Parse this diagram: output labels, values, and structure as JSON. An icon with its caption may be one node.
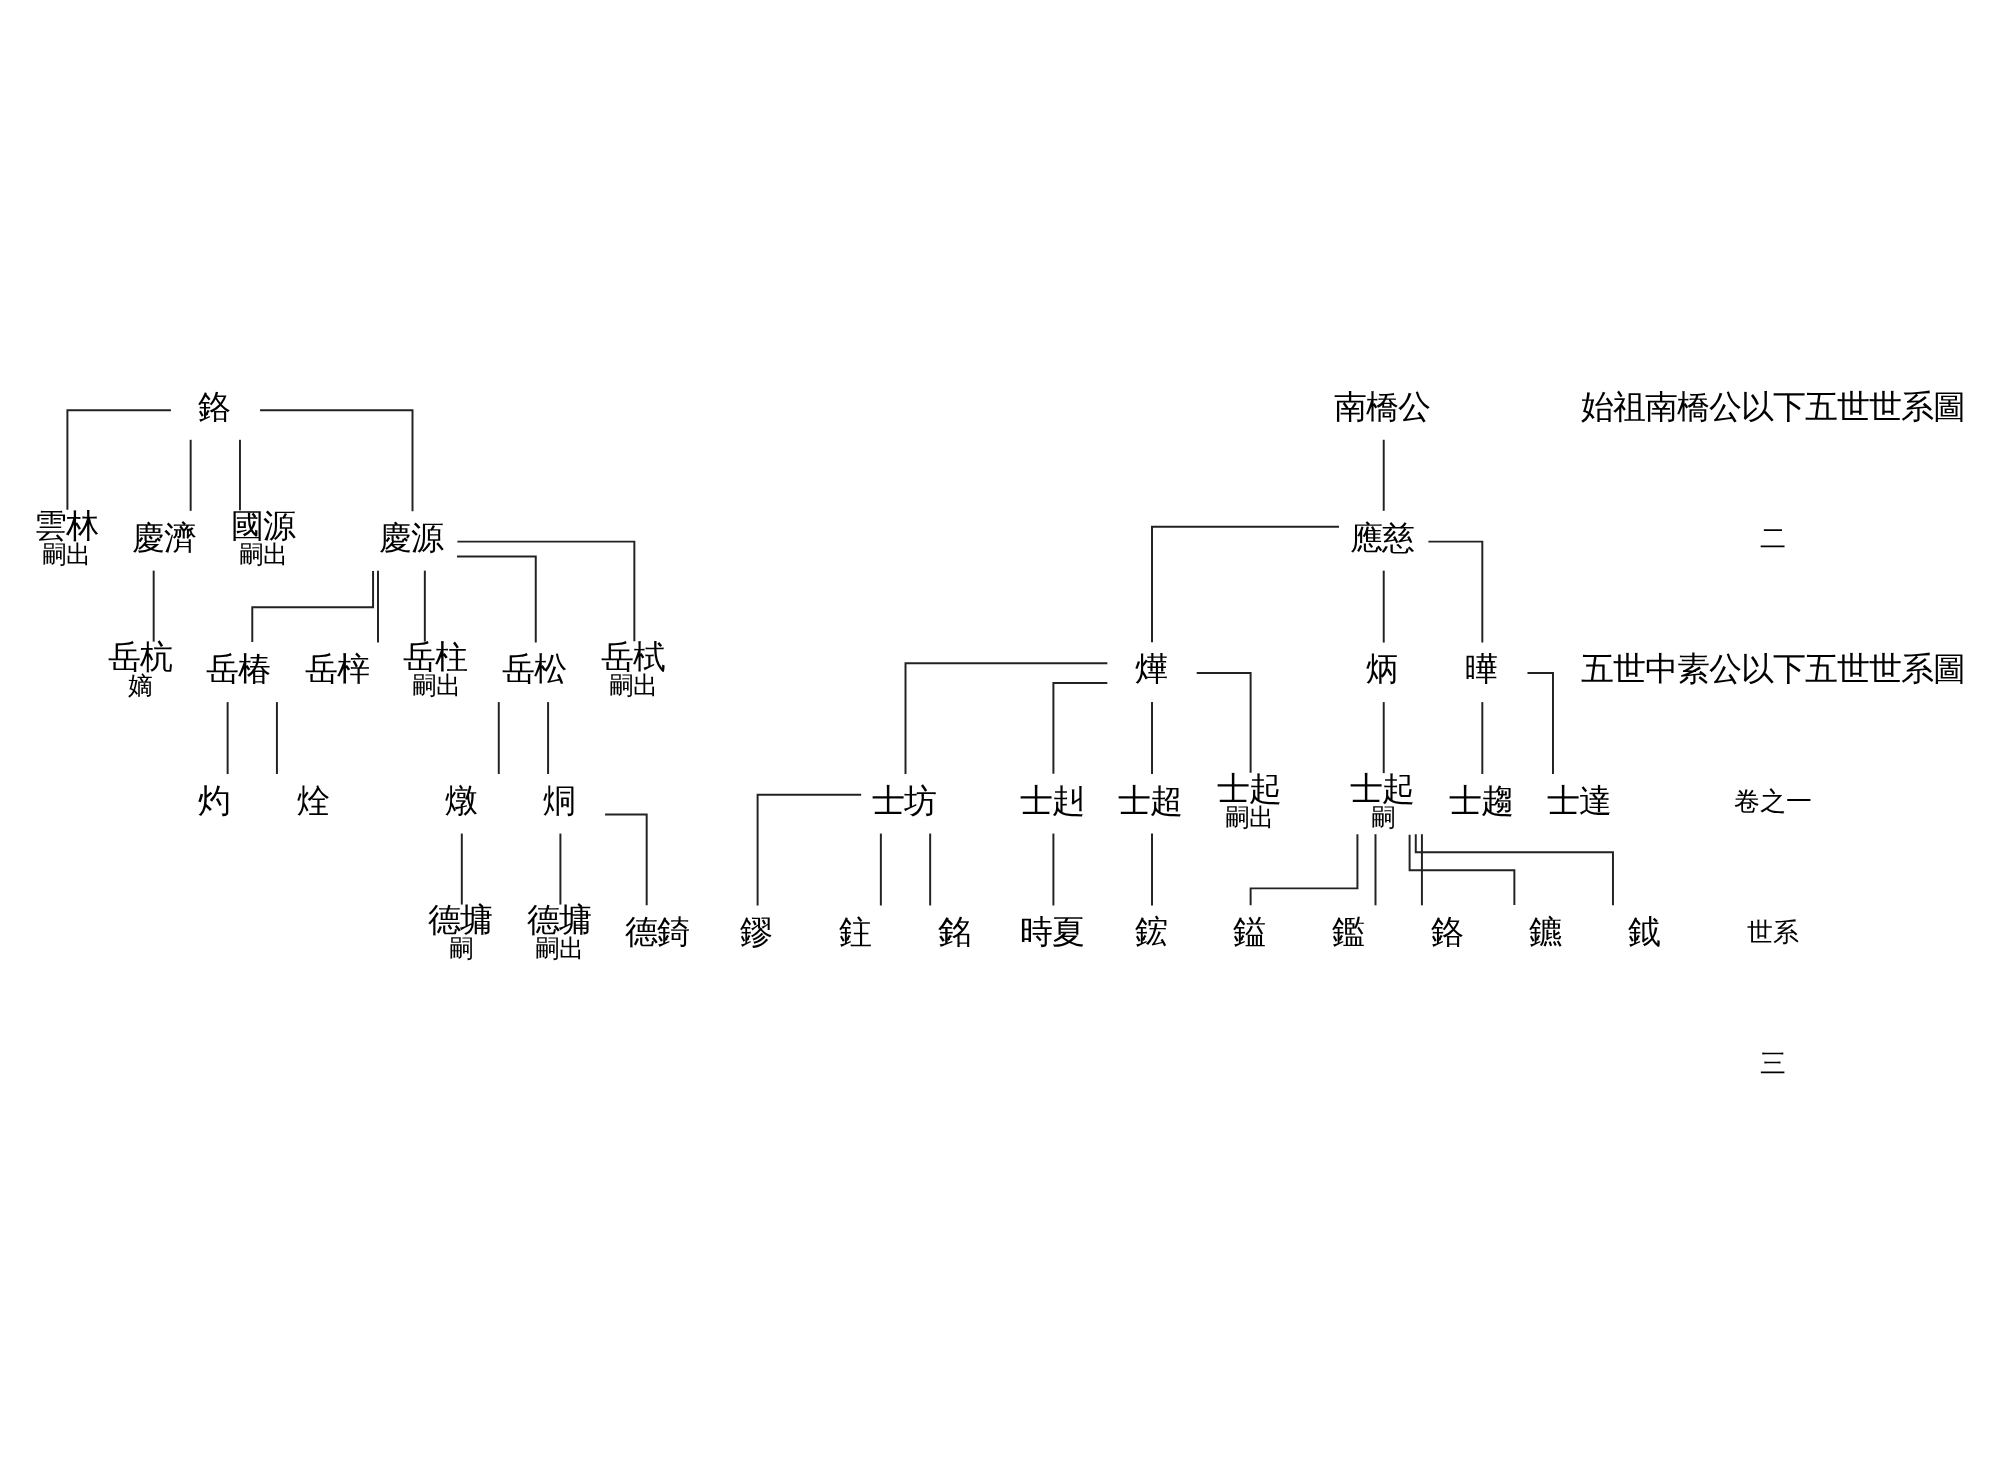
{
  "diagram": {
    "nodes": [
      {
        "text": [
          "南橋公"
        ]
      },
      {
        "text": [
          "應慈"
        ]
      },
      {
        "text": [
          "燁"
        ]
      },
      {
        "text": [
          "炳"
        ]
      },
      {
        "text": [
          "曄"
        ]
      },
      {
        "text": [
          "士坊"
        ]
      },
      {
        "text": [
          "士赳"
        ]
      },
      {
        "text": [
          "士超"
        ]
      },
      {
        "text": [
          "士起"
        ],
        "beside": [
          "嗣出"
        ]
      },
      {
        "text": [
          "士起"
        ],
        "beside": [
          "嗣"
        ]
      },
      {
        "text": [
          "士趨"
        ]
      },
      {
        "text": [
          "士達"
        ]
      },
      {
        "text": [
          "鏐"
        ]
      },
      {
        "text": [
          "鉒"
        ]
      },
      {
        "text": [
          "銘"
        ]
      },
      {
        "text": [
          "時夏"
        ]
      },
      {
        "text": [
          "鋐"
        ]
      },
      {
        "text": [
          "鎰"
        ]
      },
      {
        "text": [
          "鑑"
        ]
      },
      {
        "text": [
          "鉻"
        ]
      },
      {
        "text": [
          "鑣"
        ]
      },
      {
        "text": [
          "鉞"
        ]
      },
      {
        "text": [
          "鉻"
        ]
      },
      {
        "text": [
          "雲林"
        ],
        "beside": [
          "嗣出"
        ]
      },
      {
        "text": [
          "慶濟"
        ]
      },
      {
        "text": [
          "國源"
        ],
        "beside": [
          "嗣出"
        ]
      },
      {
        "text": [
          "慶源"
        ]
      },
      {
        "text": [
          "岳杭"
        ],
        "beside": [
          "嫡"
        ]
      },
      {
        "text": [
          "岳椿"
        ]
      },
      {
        "text": [
          "岳梓"
        ]
      },
      {
        "text": [
          "岳柱"
        ],
        "beside": [
          "嗣出"
        ]
      },
      {
        "text": [
          "岳松"
        ]
      },
      {
        "text": [
          "岳栻"
        ],
        "beside": [
          "嗣出"
        ]
      },
      {
        "text": [
          "灼"
        ]
      },
      {
        "text": [
          "烇"
        ]
      },
      {
        "text": [
          "燉"
        ]
      },
      {
        "text": [
          "烔"
        ]
      },
      {
        "text": [
          "德墉"
        ],
        "beside": [
          "嗣"
        ]
      },
      {
        "text": [
          "德墉"
        ],
        "beside": [
          "嗣出"
        ]
      },
      {
        "text": [
          "德錡"
        ]
      }
    ],
    "edges": [
      {
        "from": 0,
        "to": 1,
        "arrow": "none"
      },
      {
        "from": 1,
        "to": 2,
        "arrow": "none"
      },
      {
        "from": 1,
        "to": 3,
        "arrow": "none"
      },
      {
        "from": 1,
        "to": 4,
        "arrow": "none"
      },
      {
        "from": 2,
        "to": 5,
        "arrow": "none"
      },
      {
        "from": 2,
        "to": 6,
        "arrow": "none"
      },
      {
        "from": 2,
        "to": 7,
        "arrow": "none"
      },
      {
        "from": 2,
        "to": 8,
        "arrow": "none"
      },
      {
        "from": 3,
        "to": 9,
        "arrow": "none"
      },
      {
        "from": 4,
        "to": 10,
        "arrow": "none"
      },
      {
        "from": 4,
        "to": 11,
        "arrow": "none"
      },
      {
        "from": 5,
        "to": 12,
        "arrow": "none"
      },
      {
        "from": 5,
        "to": 13,
        "arrow": "none"
      },
      {
        "from": 5,
        "to": 14,
        "arrow": "none"
      },
      {
        "from": 6,
        "to": 15,
        "arrow": "none"
      },
      {
        "from": 7,
        "to": 16,
        "arrow": "none"
      },
      {
        "from": 9,
        "to": 17,
        "arrow": "none"
      },
      {
        "from": 9,
        "to": 18,
        "arrow": "none"
      },
      {
        "from": 9,
        "to": 19,
        "arrow": "none"
      },
      {
        "from": 9,
        "to": 20,
        "arrow": "none"
      },
      {
        "from": 9,
        "to": 21,
        "arrow": "none"
      },
      {
        "from": 22,
        "to": 23,
        "arrow": "none"
      },
      {
        "from": 22,
        "to": 24,
        "arrow": "none"
      },
      {
        "from": 22,
        "to": 25,
        "arrow": "none"
      },
      {
        "from": 22,
        "to": 26,
        "arrow": "none"
      },
      {
        "from": 24,
        "to": 27,
        "arrow": "none"
      },
      {
        "from": 26,
        "to": 28,
        "arrow": "none"
      },
      {
        "from": 26,
        "to": 29,
        "arrow": "none"
      },
      {
        "from": 26,
        "to": 30,
        "arrow": "none"
      },
      {
        "from": 26,
        "to": 31,
        "arrow": "none"
      },
      {
        "from": 26,
        "to": 32,
        "arrow": "none"
      },
      {
        "from": 28,
        "to": 33,
        "arrow": "none"
      },
      {
        "from": 28,
        "to": 34,
        "arrow": "none"
      },
      {
        "from": 31,
        "to": 35,
        "arrow": "none"
      },
      {
        "from": 31,
        "to": 36,
        "arrow": "none"
      },
      {
        "from": 35,
        "to": 37,
        "arrow": "none"
      },
      {
        "from": 36,
        "to": 38,
        "arrow": "none"
      },
      {
        "from": 36,
        "to": 39,
        "arrow": "none"
      }
    ],
    "labels": [
      "始祖南橋公以下五世世系圖",
      "二",
      "五世中素公以下五世世系圖",
      "卷之一",
      "世系",
      "三"
    ]
  }
}
